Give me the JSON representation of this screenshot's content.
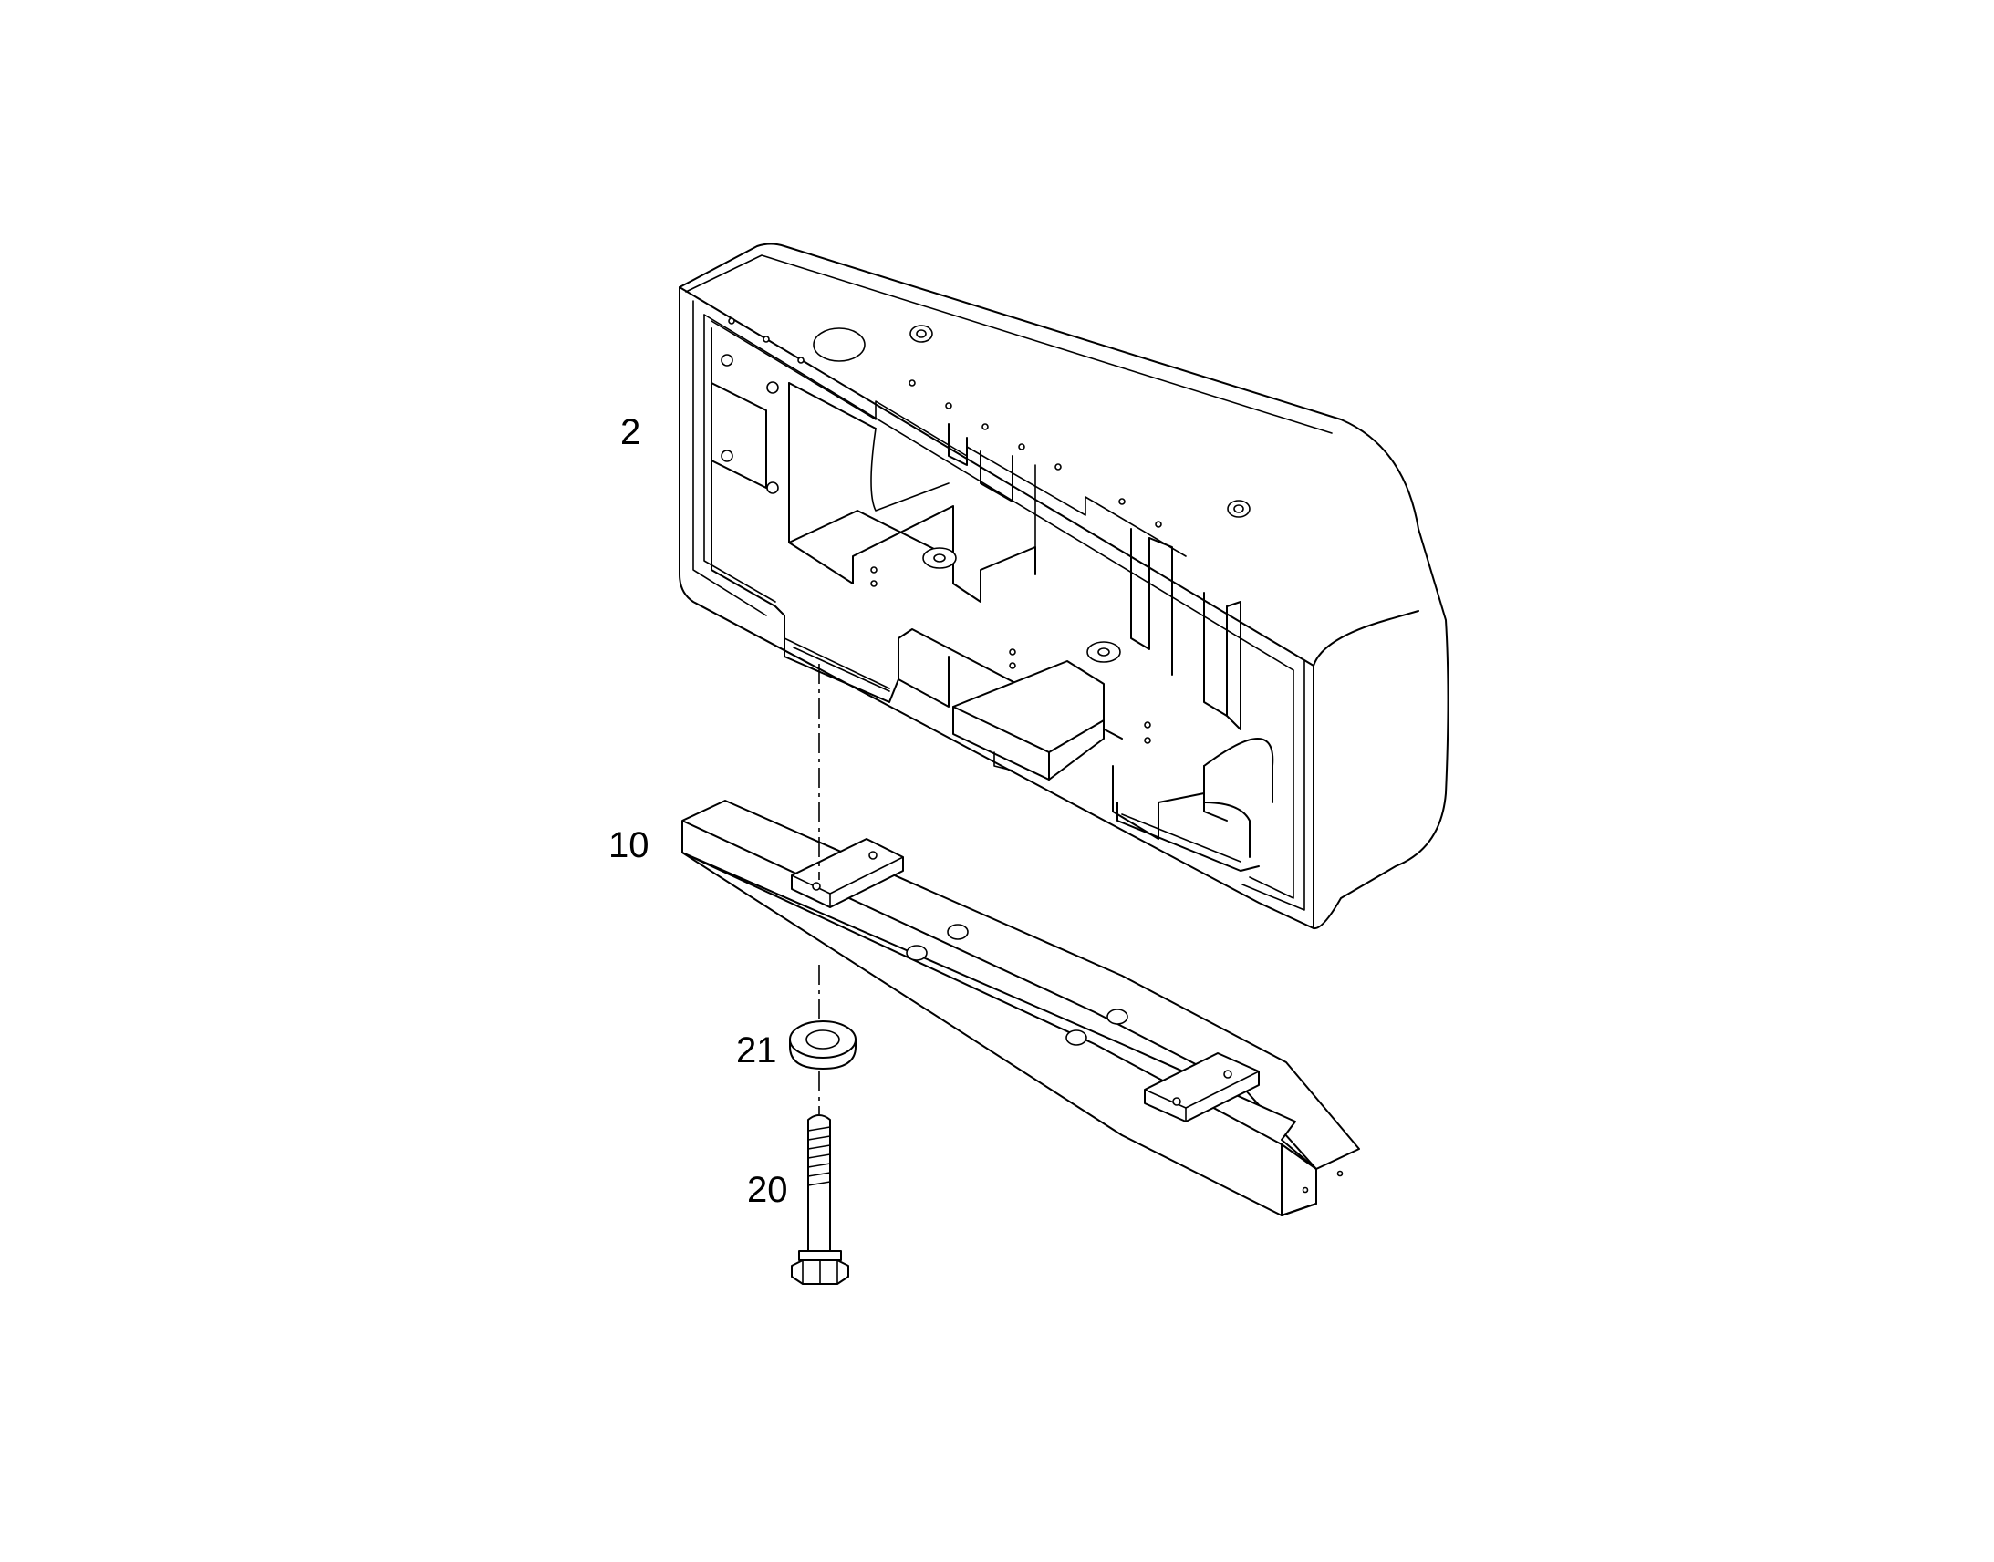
{
  "callouts": {
    "weight": "2",
    "bracket": "10",
    "washer": "21",
    "bolt": "20"
  }
}
